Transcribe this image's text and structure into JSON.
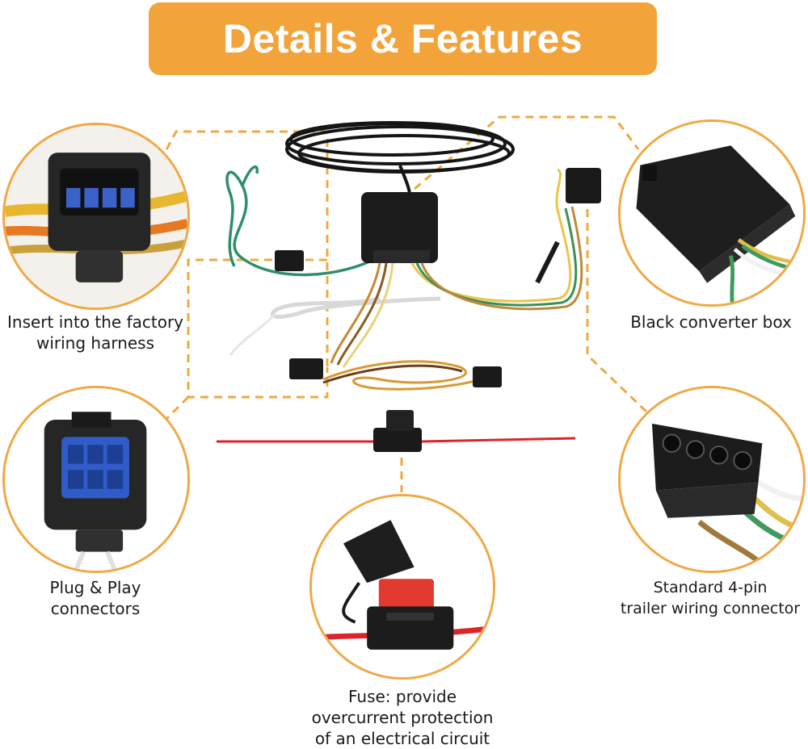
{
  "header": {
    "title": "Details & Features"
  },
  "colors": {
    "accent": "#f0a843",
    "banner": "#f2a33a",
    "wire_red": "#d9262b",
    "connector_blue": "#2f5cc8"
  },
  "features": [
    {
      "id": "factory-harness",
      "icon": "harness-connector-icon",
      "lines": [
        "Insert into the factory",
        "wiring harness"
      ]
    },
    {
      "id": "plug-play",
      "icon": "blue-plug-icon",
      "lines": [
        "Plug & Play",
        "connectors"
      ]
    },
    {
      "id": "fuse",
      "icon": "fuse-holder-icon",
      "lines": [
        "Fuse: provide",
        "overcurrent protection",
        "of an electrical circuit"
      ]
    },
    {
      "id": "converter-box",
      "icon": "converter-box-icon",
      "lines": [
        "Black converter box"
      ]
    },
    {
      "id": "four-pin",
      "icon": "four-pin-connector-icon",
      "lines": [
        "Standard 4-pin",
        "trailer wiring connector"
      ]
    }
  ]
}
